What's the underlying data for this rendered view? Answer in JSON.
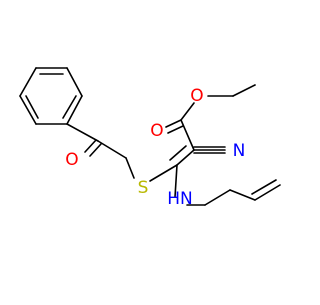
{
  "molecule": {
    "atom_labels": [
      {
        "id": "ester-oxygen",
        "text": "O",
        "color": "#ff0000"
      },
      {
        "id": "carbonyl-oxygen-ester",
        "text": "O",
        "color": "#ff0000"
      },
      {
        "id": "carbonyl-oxygen-ketone",
        "text": "O",
        "color": "#ff0000"
      },
      {
        "id": "sulfur",
        "text": "S",
        "color": "#b8b800"
      },
      {
        "id": "nitrile-nitrogen",
        "text": "N",
        "color": "#0000ff"
      },
      {
        "id": "amine-nitrogen",
        "text": "HN",
        "color": "#0000ff"
      }
    ]
  }
}
